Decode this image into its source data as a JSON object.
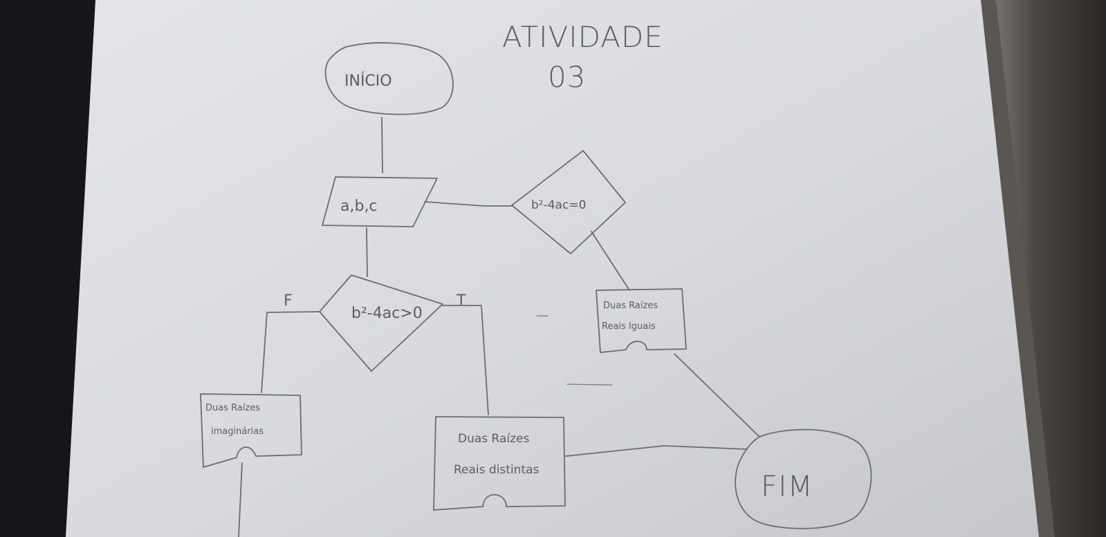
{
  "title": "ATIVIDADE",
  "subtitle": "03",
  "nodes": {
    "start": "INÍCIO",
    "input": "a,b,c",
    "decision_main": "b²-4ac>0",
    "decision_zero": "b²-4ac=0",
    "out_equal_line1": "Duas Raízes",
    "out_equal_line2": "Reais Iguais",
    "out_imag_line1": "Duas Raízes",
    "out_imag_line2": "imaginárias",
    "out_distinct_line1": "Duas Raízes",
    "out_distinct_line2": "Reais distintas",
    "end": "FIM"
  },
  "branch_labels": {
    "false": "F",
    "true": "T"
  },
  "colors": {
    "paper": "#dcdde0",
    "paper_shadow": "#c9cacd",
    "ink": "#6c6c70",
    "background": "#1b1d22",
    "frame": "#3a3835"
  }
}
